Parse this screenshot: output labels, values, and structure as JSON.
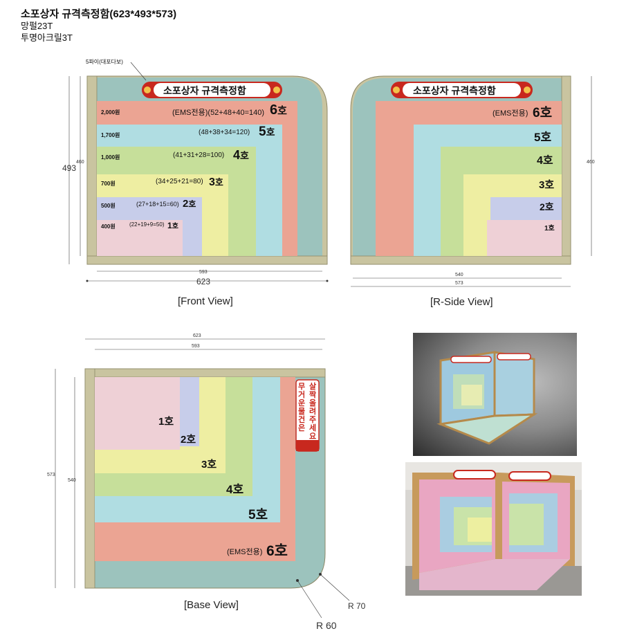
{
  "header": {
    "title": "소포상자 규격측정함(623*493*573)",
    "line1": "망펄23T",
    "line2": "투명아크릴3T"
  },
  "banner_text": "소포상자 규격측정함",
  "front_view": {
    "caption": "[Front View]",
    "pipe_note": "5파이(대포다보)",
    "dim_height_outer": "493",
    "dim_height_inner": "460",
    "dim_width_inner": "593",
    "dim_width_outer": "623",
    "rows": [
      {
        "price": "2,000원",
        "formula": "(EMS전용)(52+48+40=140)",
        "num": "6",
        "suffix": "호",
        "color": "#eba493"
      },
      {
        "price": "1,700원",
        "formula": "(48+38+34=120)",
        "num": "5",
        "suffix": "호",
        "color": "#b0dde2"
      },
      {
        "price": "1,000원",
        "formula": "(41+31+28=100)",
        "num": "4",
        "suffix": "호",
        "color": "#c6df9a"
      },
      {
        "price": "700원",
        "formula": "(34+25+21=80)",
        "num": "3",
        "suffix": "호",
        "color": "#eeeea2"
      },
      {
        "price": "500원",
        "formula": "(27+18+15=60)",
        "num": "2",
        "suffix": "호",
        "color": "#c7cdea"
      },
      {
        "price": "400원",
        "formula": "(22+19+9=50)",
        "num": "1",
        "suffix": "호",
        "color": "#eed0d6"
      }
    ]
  },
  "side_view": {
    "caption": "[R-Side View]",
    "dim_height": "460",
    "dim_width_inner": "540",
    "dim_width_outer": "573",
    "labels": [
      "(EMS전용)",
      "6호",
      "5호",
      "4호",
      "3호",
      "2호",
      "1호"
    ]
  },
  "base_view": {
    "caption": "[Base View]",
    "dim_top_outer": "623",
    "dim_top_inner": "593",
    "dim_left_outer": "573",
    "dim_left_inner": "540",
    "labels": [
      "1호",
      "2호",
      "3호",
      "4호",
      "5호",
      "(EMS전용)",
      "6호"
    ],
    "notice_col1": "살짝 올려주세요",
    "notice_col2": "무거운 물건은",
    "radius_outer": "R 70",
    "radius_inner": "R 60"
  },
  "colors": {
    "frame": "#c9c4a0",
    "background": "#9cc3bd",
    "six": "#eba493",
    "five": "#b0dde2",
    "four": "#c6df9a",
    "three": "#eeeea2",
    "two": "#c7cdea",
    "one": "#eed0d6",
    "banner_red": "#c8281e"
  }
}
